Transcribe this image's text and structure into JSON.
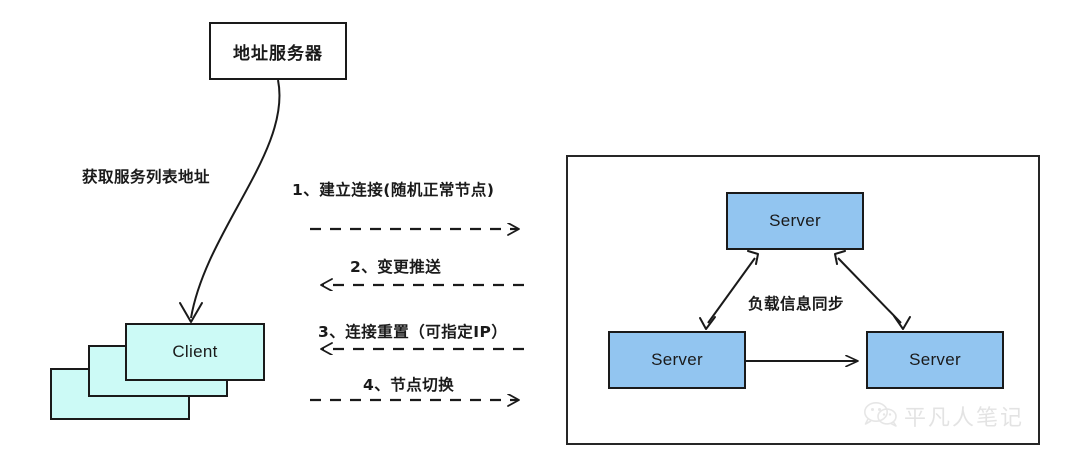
{
  "diagram": {
    "title_nodes": {
      "address_server": "地址服务器",
      "client": "Client"
    },
    "left_flow": {
      "fetch_label": "获取服务列表地址"
    },
    "messages": [
      {
        "id": "msg1",
        "label": "1、建立连接(随机正常节点)",
        "direction": "right"
      },
      {
        "id": "msg2",
        "label": "2、变更推送",
        "direction": "left"
      },
      {
        "id": "msg3",
        "label": "3、连接重置（可指定IP）",
        "direction": "left"
      },
      {
        "id": "msg4",
        "label": "4、节点切换",
        "direction": "right"
      }
    ],
    "cluster": {
      "sync_label": "负载信息同步",
      "servers": [
        {
          "id": "server-top",
          "label": "Server"
        },
        {
          "id": "server-left",
          "label": "Server"
        },
        {
          "id": "server-right",
          "label": "Server"
        }
      ]
    },
    "watermark": {
      "text": "平凡人笔记",
      "icon": "wechat-icon"
    },
    "colors": {
      "client_fill": "#ccfaf6",
      "server_fill": "#92c5f0",
      "stroke": "#1a1a1a",
      "panel_border": "#262626",
      "background": "#ffffff"
    }
  }
}
